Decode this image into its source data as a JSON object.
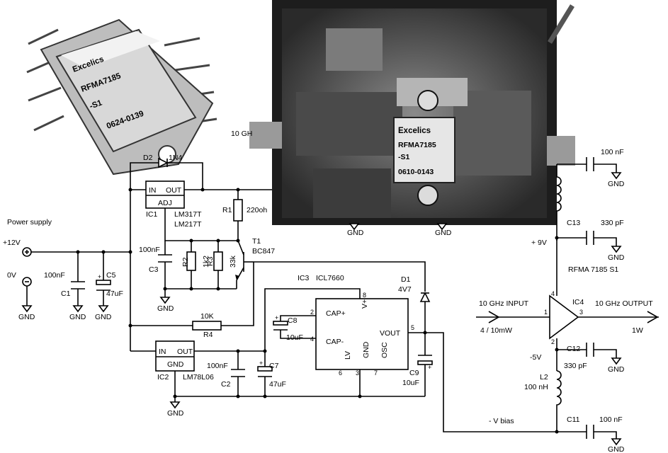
{
  "photo_chip": {
    "brand": "Excelics",
    "part": "RFMA7185",
    "suffix": "-S1",
    "code": "0624-0139"
  },
  "photo_board": {
    "brand": "Excelics",
    "part": "RFMA7185",
    "suffix": "-S1",
    "code": "0610-0143"
  },
  "labels": {
    "power_supply": "Power supply",
    "plus12v": "+12V",
    "zero_v": "0V",
    "gnd": "GND",
    "ten_ghz_edge": "10 GH",
    "r1_value_partial": "220oh",
    "plus9v": "+ 9V",
    "minus5v": "-5V",
    "v_bias": "- V bias",
    "rf_input": "10 GHz INPUT",
    "rf_input_power": "4 / 10mW",
    "rf_output": "10 GHz OUTPUT",
    "rf_output_power": "1W",
    "rfma": "RFMA 7185 S1"
  },
  "components": {
    "d2": "D2",
    "d2_type": "1N4",
    "ic1": "IC1",
    "ic1_type1": "LM317T",
    "ic1_type2": "LM217T",
    "ic1_in": "IN",
    "ic1_out": "OUT",
    "ic1_adj": "ADJ",
    "r1": "R1",
    "t1": "T1",
    "t1_type": "BC847",
    "c3_value": "100nF",
    "c3": "C3",
    "r2": "R2",
    "r2_value": "1k2",
    "r3": "R3",
    "r3_value": "33k",
    "c1_value": "100nF",
    "c1": "C1",
    "c5": "C5",
    "c5_value": "47uF",
    "r4_value": "10K",
    "r4": "R4",
    "ic2": "IC2",
    "ic2_type": "LM78L06",
    "ic2_in": "IN",
    "ic2_out": "OUT",
    "ic2_gnd": "GND",
    "c2_value": "100nF",
    "c2": "C2",
    "c7": "C7",
    "c7_value": "47uF",
    "ic3": "IC3",
    "ic3_type": "ICL7660",
    "ic3_cap_p": "CAP+",
    "ic3_cap_m": "CAP-",
    "ic3_vplus": "V+",
    "ic3_vout": "VOUT",
    "ic3_lv": "LV",
    "ic3_gnd": "GND",
    "ic3_osc": "OSC",
    "pin2": "2",
    "pin3": "3",
    "pin4": "4",
    "pin5": "5",
    "pin6": "6",
    "pin7": "7",
    "pin8": "8",
    "c8": "C8",
    "c8_value": "10uF",
    "c9": "C9",
    "c9_value": "10uF",
    "d1": "D1",
    "d1_value": "4V7",
    "c13": "C13",
    "c13_value": "330 pF",
    "c_top_value": "100 nF",
    "ic4": "IC4",
    "ic4_pin1": "1",
    "ic4_pin2": "2",
    "ic4_pin3": "3",
    "ic4_pin4": "4",
    "c12": "C12",
    "c12_value": "330 pF",
    "l2": "L2",
    "l2_value": "100 nH",
    "c11": "C11",
    "c11_value": "100 nF"
  }
}
